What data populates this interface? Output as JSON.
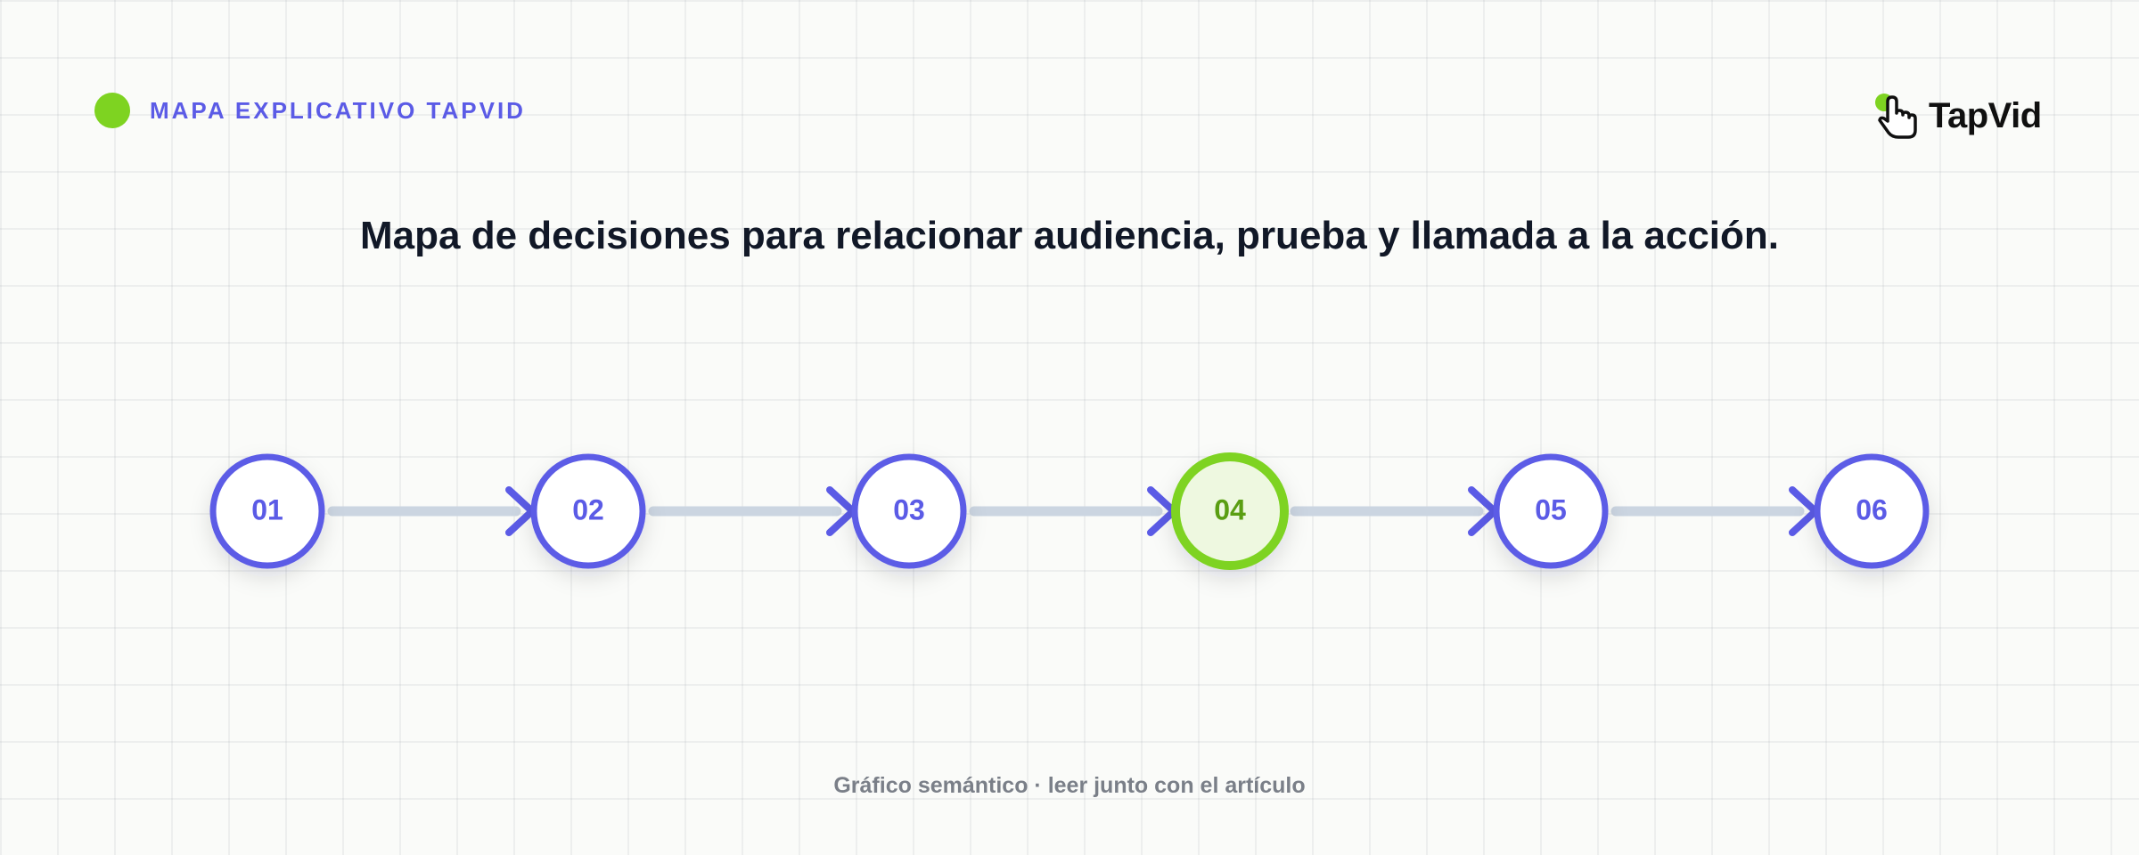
{
  "header": {
    "eyebrow": "MAPA EXPLICATIVO TAPVID",
    "brand_name": "TapVid"
  },
  "headline": "Mapa de decisiones para relacionar audiencia, prueba y llamada a la acción.",
  "flow": {
    "steps": [
      {
        "label": "01",
        "highlighted": false
      },
      {
        "label": "02",
        "highlighted": false
      },
      {
        "label": "03",
        "highlighted": false
      },
      {
        "label": "04",
        "highlighted": true
      },
      {
        "label": "05",
        "highlighted": false
      },
      {
        "label": "06",
        "highlighted": false
      }
    ]
  },
  "caption": "Gráfico semántico · leer junto con el artículo",
  "colors": {
    "accent": "#5b5be6",
    "highlight": "#7ed321",
    "highlight_text": "#5a9e12",
    "highlight_fill": "#eef8e0",
    "connector": "#cbd5e1",
    "heading": "#111827",
    "caption": "#7a7f88"
  },
  "icons": {
    "eyebrow_marker": "green-dot-icon",
    "brand_logo": "tap-hand-cursor-icon"
  }
}
